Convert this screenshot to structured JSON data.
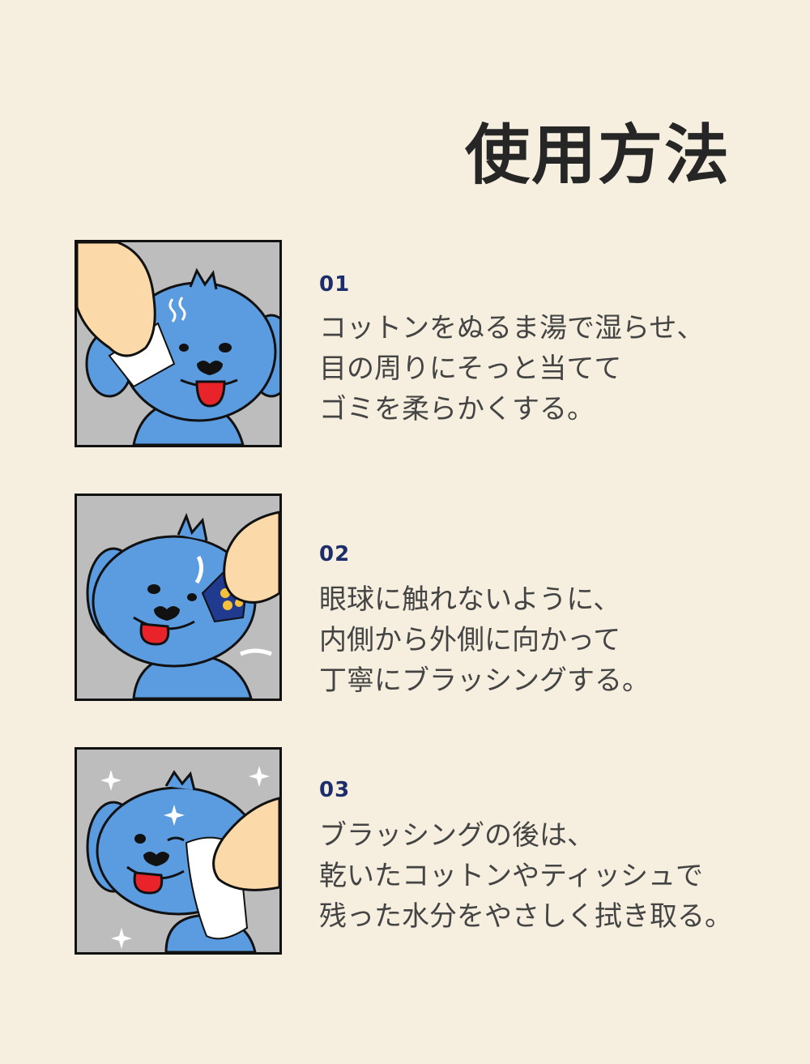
{
  "header": {
    "title": "使用方法"
  },
  "steps": [
    {
      "number": "01",
      "lines": [
        "コットンをぬるま湯で湿らせ、",
        "目の周りにそっと当てて",
        "ゴミを柔らかくする。"
      ],
      "illustration": "dog-cotton-warm-compress"
    },
    {
      "number": "02",
      "lines": [
        "眼球に触れないように、",
        "内側から外側に向かって",
        "丁寧にブラッシングする。"
      ],
      "illustration": "dog-eye-comb-brushing"
    },
    {
      "number": "03",
      "lines": [
        "ブラッシングの後は、",
        "乾いたコットンやティッシュで",
        "残った水分をやさしく拭き取る。"
      ],
      "illustration": "dog-wipe-sparkle"
    }
  ],
  "colors": {
    "background": "#f6efdf",
    "step_number": "#1d2d6b",
    "dog_blue": "#5b9be0",
    "panel_gray": "#bdbdbd",
    "skin": "#fbd9a8",
    "tongue": "#e8242a"
  }
}
